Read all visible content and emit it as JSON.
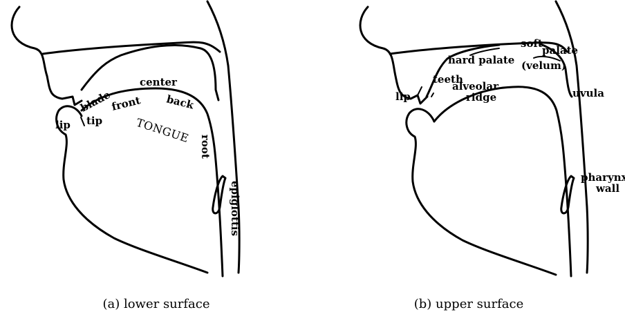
{
  "panels": [
    {
      "caption": "(a) lower surface",
      "labels": {
        "lip": "lip",
        "blade": "blade",
        "tip": "tip",
        "center": "center",
        "front": "front",
        "back": "back",
        "tongue": "TONGUE",
        "root": "root",
        "epiglottis": "epiglottis"
      }
    },
    {
      "caption": "(b) upper surface",
      "labels": {
        "soft": "soft",
        "palate": "palate",
        "velum": "(velum)",
        "hard_palate": "hard palate",
        "teeth": "teeth",
        "alveolar": "alveolar",
        "ridge": "ridge",
        "lip": "lip",
        "uvula": "uvula",
        "pharynx": "pharynx",
        "wall": "wall"
      }
    }
  ]
}
